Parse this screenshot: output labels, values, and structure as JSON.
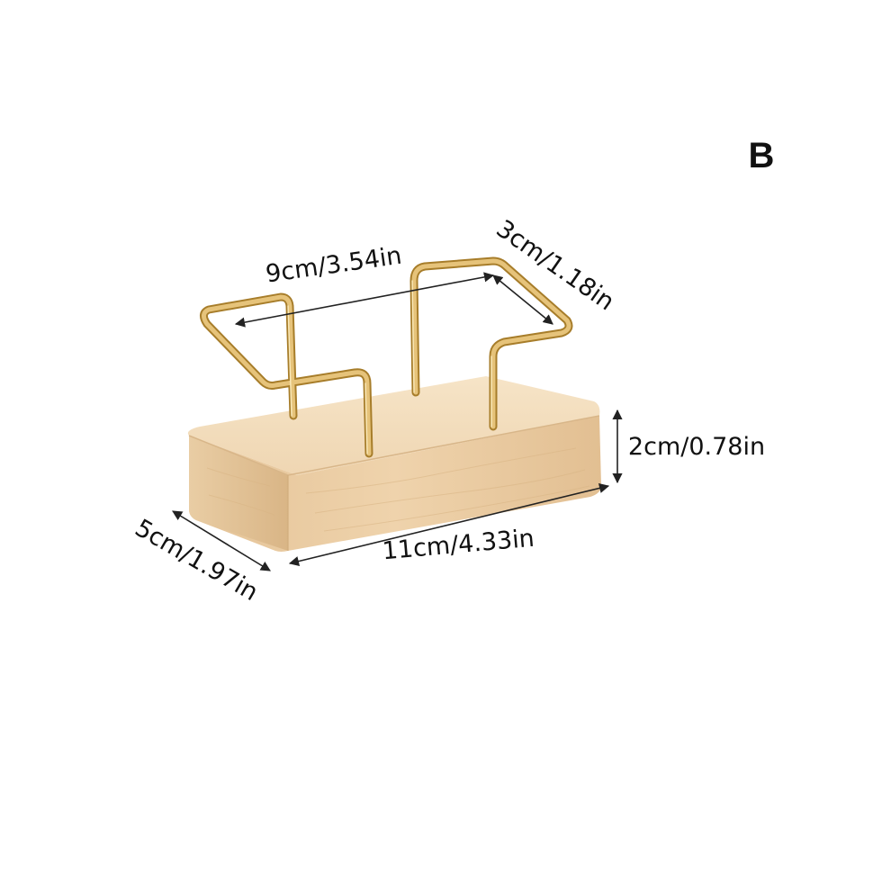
{
  "variant_label": "B",
  "dimensions": {
    "inner_length": "9cm/3.54in",
    "inner_depth": "3cm/1.18in",
    "height": "2cm/0.78in",
    "depth": "5cm/1.97in",
    "length": "11cm/4.33in"
  },
  "colors": {
    "wood_front": "#e7c89c",
    "wood_top": "#f3dcb8",
    "wire_gold": "#c9a04a",
    "arrow": "#222222"
  }
}
